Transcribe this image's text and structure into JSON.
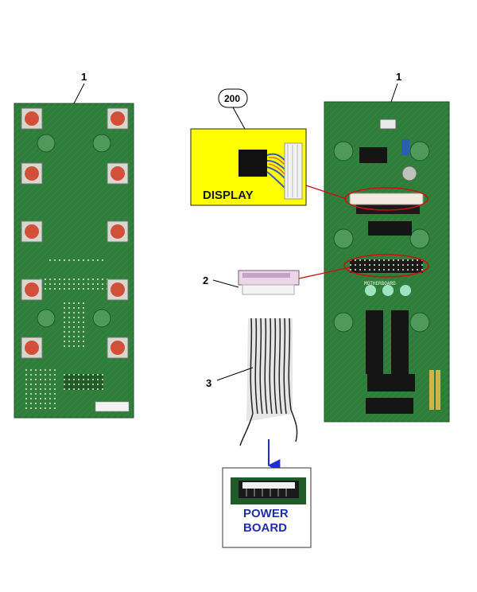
{
  "callouts": {
    "left_board": "1",
    "right_board": "1",
    "display_cable": "200",
    "connector": "2",
    "ribbon_cable": "3"
  },
  "display_box": {
    "label": "DISPLAY",
    "background": "#ffff00"
  },
  "power_box": {
    "line1": "POWER",
    "line2": "BOARD"
  },
  "motherboard_silkscreen": "MOTHERBOARD",
  "colors": {
    "pcb": "#2f7d3a",
    "pcb_dark": "#1f5c29",
    "button": "#d2503a",
    "highlight": "#cc1111",
    "arrow": "#1a2fd6",
    "pwr_text": "#1f2fa8"
  }
}
